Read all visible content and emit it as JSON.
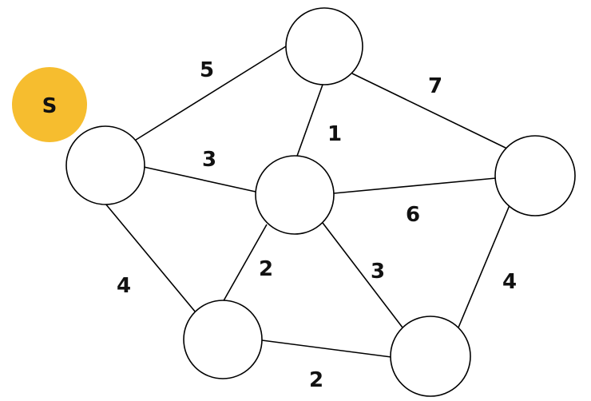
{
  "colors": {
    "badge": "#f6bd2f",
    "edge": "#000000",
    "node_fill": "#ffffff"
  },
  "start_badge": {
    "label": "S"
  },
  "graph": {
    "nodes": [
      "top",
      "left",
      "center",
      "right",
      "bottom_left",
      "bottom_right"
    ],
    "edges": [
      {
        "from": "left",
        "to": "top",
        "weight": "5"
      },
      {
        "from": "top",
        "to": "center",
        "weight": "1"
      },
      {
        "from": "top",
        "to": "right",
        "weight": "7"
      },
      {
        "from": "left",
        "to": "center",
        "weight": "3"
      },
      {
        "from": "center",
        "to": "right",
        "weight": "6"
      },
      {
        "from": "left",
        "to": "bottom_left",
        "weight": "4"
      },
      {
        "from": "center",
        "to": "bottom_left",
        "weight": "2"
      },
      {
        "from": "center",
        "to": "bottom_right",
        "weight": "3"
      },
      {
        "from": "right",
        "to": "bottom_right",
        "weight": "4"
      },
      {
        "from": "bottom_left",
        "to": "bottom_right",
        "weight": "2"
      }
    ]
  }
}
